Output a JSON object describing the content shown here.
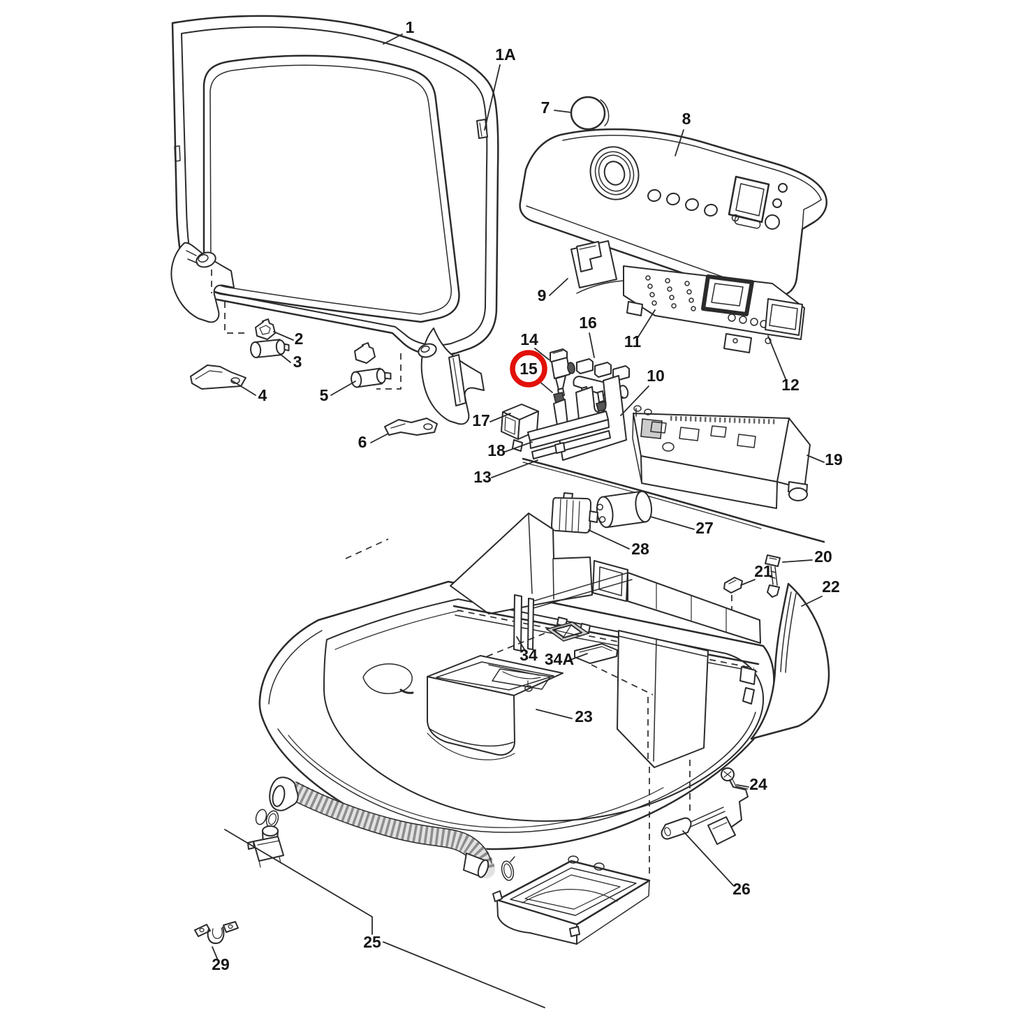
{
  "diagram": {
    "kind": "exploded-parts-diagram",
    "subject": "washing machine lid, control panel and top deck assembly",
    "background_color": "#ffffff",
    "line_color": "#2b2b2b",
    "label_color": "#141414"
  },
  "annotation": {
    "highlighted_part": "15",
    "shape": "circle",
    "color": "#e21109"
  },
  "parts": {
    "p1": "1",
    "p1A": "1A",
    "p2": "2",
    "p3": "3",
    "p4": "4",
    "p5": "5",
    "p6": "6",
    "p7": "7",
    "p8": "8",
    "p9": "9",
    "p10": "10",
    "p11": "11",
    "p12": "12",
    "p13": "13",
    "p14": "14",
    "p15": "15",
    "p16": "16",
    "p17": "17",
    "p18": "18",
    "p19": "19",
    "p20": "20",
    "p21": "21",
    "p22": "22",
    "p23": "23",
    "p24": "24",
    "p25": "25",
    "p26": "26",
    "p27": "27",
    "p28": "28",
    "p29": "29",
    "p34": "34",
    "p34A": "34A"
  }
}
